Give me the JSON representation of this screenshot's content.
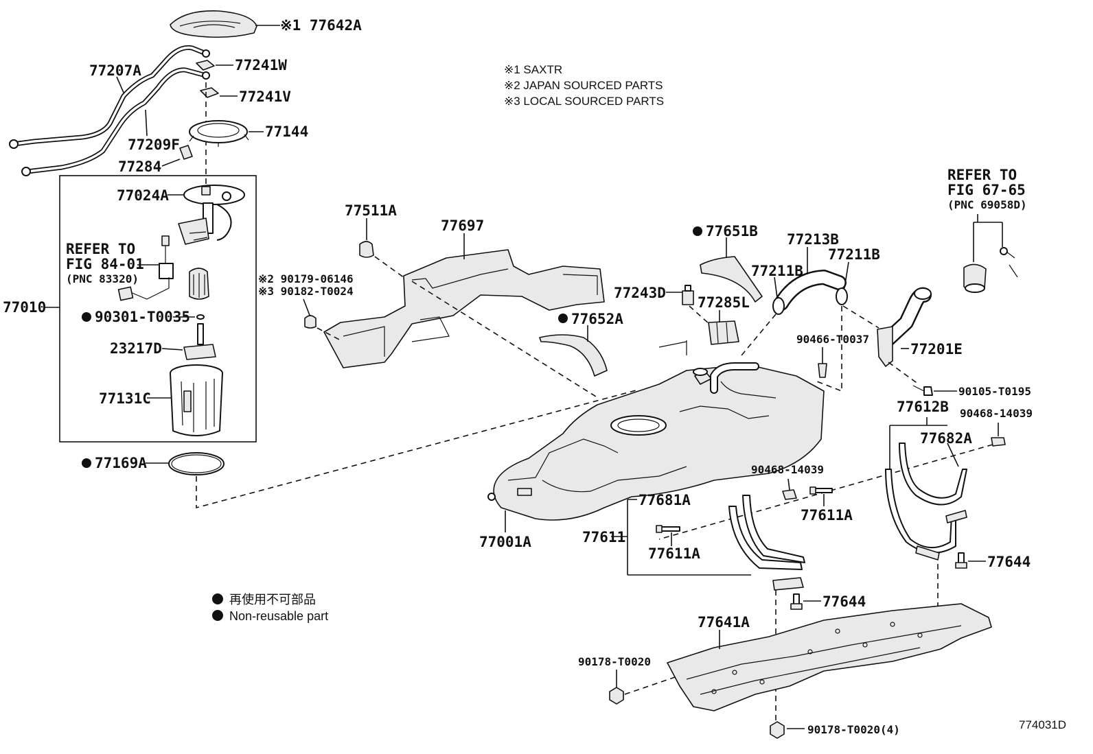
{
  "labels": {
    "p77642A": "※1 77642A",
    "p77207A": "77207A",
    "p77241W": "77241W",
    "p77241V": "77241V",
    "p77144": "77144",
    "p77209F": "77209F",
    "p77284": "77284",
    "p77024A": "77024A",
    "p77010": "77010",
    "p90301": "90301-T0035",
    "p23217D": "23217D",
    "p77131C": "77131C",
    "p77169A": "77169A",
    "p90179": "※2 90179-06146",
    "p90182": "※3 90182-T0024",
    "p77511A": "77511A",
    "p77697": "77697",
    "p77651B": "77651B",
    "p77652A": "77652A",
    "p77243D": "77243D",
    "p77285L": "77285L",
    "p77213B": "77213B",
    "p77211B_1": "77211B",
    "p77211B_2": "77211B",
    "p77201E": "77201E",
    "p90466": "90466-T0037",
    "p90105": "90105-T0195",
    "p77001A": "77001A",
    "p77612B": "77612B",
    "p90468_a": "90468-14039",
    "p77682A": "77682A",
    "p90468_b": "90468-14039",
    "p77681A": "77681A",
    "p77611A_1": "77611A",
    "p77611": "77611",
    "p77611A_2": "77611A",
    "p77644_1": "77644",
    "p77644_2": "77644",
    "p77641A": "77641A",
    "p90178_1": "90178-T0020",
    "p90178_2": "90178-T0020(4)"
  },
  "refer_pump": {
    "line1": "REFER TO",
    "line2": "FIG 84-01",
    "line3": "(PNC 83320)"
  },
  "refer_cap": {
    "line1": "REFER TO",
    "line2": "FIG 67-65",
    "line3": "(PNC 69058D)"
  },
  "notes": [
    "※1 SAXTR",
    "※2 JAPAN SOURCED PARTS",
    "※3 LOCAL SOURCED PARTS"
  ],
  "legend": {
    "line1": "再使用不可部品",
    "line2": "Non-reusable part"
  },
  "figure_id": "774031D",
  "colors": {
    "ink": "#111111",
    "background": "#ffffff",
    "shade": "#e9e9e9"
  }
}
